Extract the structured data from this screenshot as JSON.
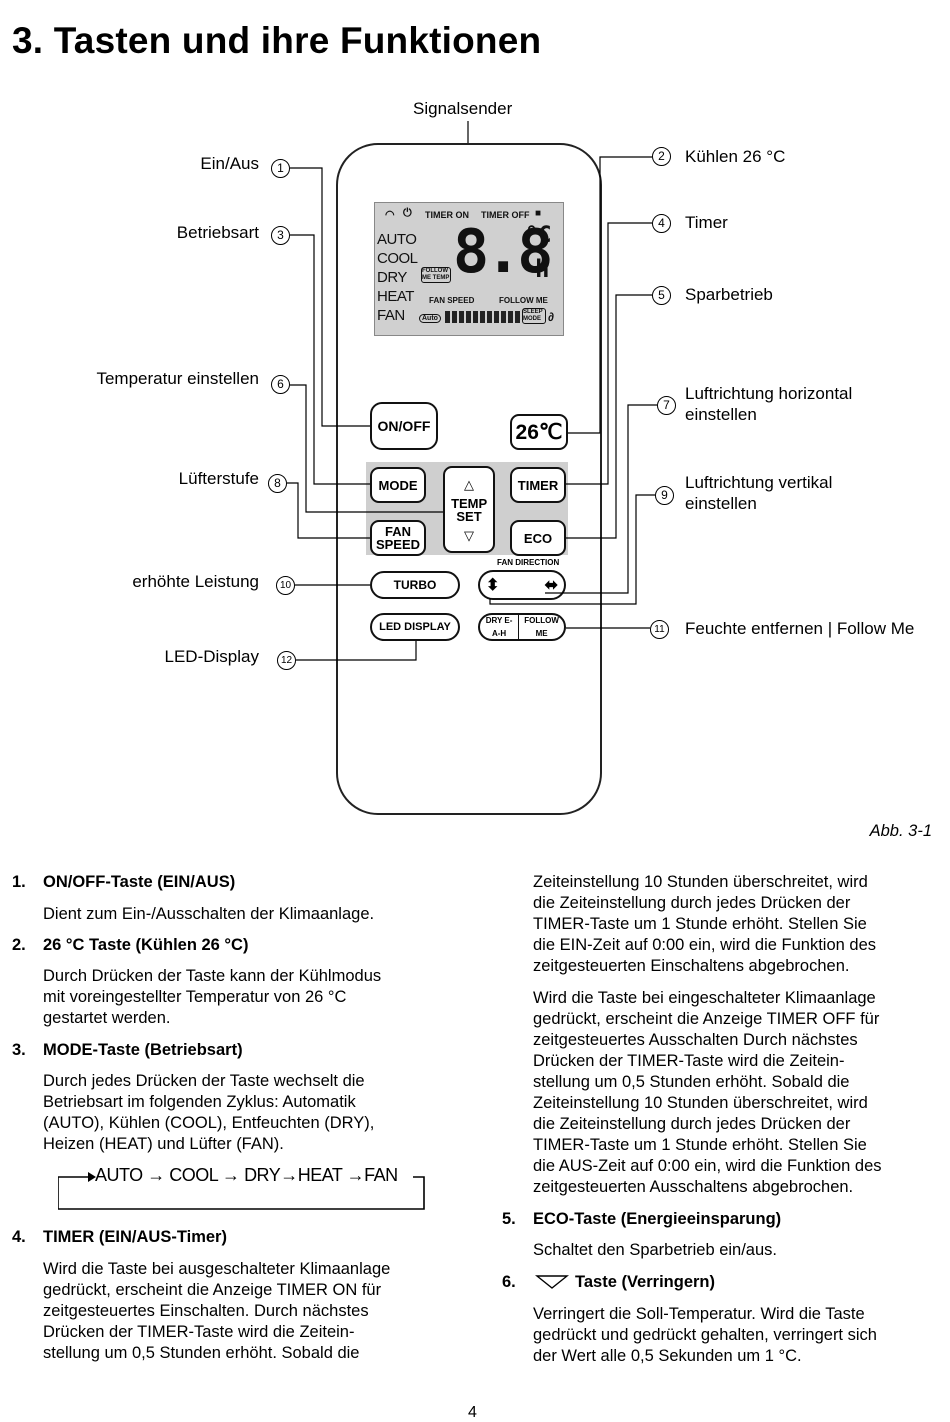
{
  "title": "3. Tasten und ihre Funktionen",
  "diagram": {
    "signal_label": "Signalsender",
    "left_labels": [
      {
        "text": "Ein/Aus",
        "num": "1"
      },
      {
        "text": "Betriebsart",
        "num": "3"
      },
      {
        "text": "Temperatur einstellen",
        "num": "6"
      },
      {
        "text": "Lüfterstufe",
        "num": "8"
      },
      {
        "text": "erhöhte Leistung",
        "num": "10"
      },
      {
        "text": "LED-Display",
        "num": "12"
      }
    ],
    "right_labels": [
      {
        "text": "Kühlen 26 °C",
        "num": "2"
      },
      {
        "text": "Timer",
        "num": "4"
      },
      {
        "text": "Sparbetrieb",
        "num": "5"
      },
      {
        "text": "Luftrichtung horizontal",
        "text2": "einstellen",
        "num": "7"
      },
      {
        "text": "Luftrichtung vertikal",
        "text2": "einstellen",
        "num": "9"
      },
      {
        "text": "Feuchte entfernen | Follow Me",
        "num": "11"
      }
    ],
    "lcd": {
      "timer_on": "TIMER ON",
      "timer_off": "TIMER OFF",
      "modes": [
        "AUTO",
        "COOL",
        "DRY",
        "HEAT",
        "FAN"
      ],
      "digits": "8.8",
      "unit_c": "°C",
      "unit_h": "h",
      "follow_me_temp": "FOLLOW ME TEMP",
      "fan_speed": "FAN SPEED",
      "follow_me": "FOLLOW ME",
      "sleep_mode": "SLEEP MODE",
      "auto_label": "Auto"
    },
    "buttons": {
      "on_off": "ON/OFF",
      "cool26": "26℃",
      "mode": "MODE",
      "temp_set": "TEMP SET",
      "timer": "TIMER",
      "fan_speed": "FAN SPEED",
      "eco": "ECO",
      "turbo": "TURBO",
      "fan_direction": "FAN DIRECTION",
      "led_display": "LED DISPLAY",
      "dry": "DRY E-A-H",
      "follow_me": "FOLLOW ME"
    },
    "figure_caption": "Abb. 3-1"
  },
  "left_column": [
    {
      "num": "1.",
      "heading": "ON/OFF-Taste (EIN/AUS)",
      "text": [
        "Dient zum Ein-/Ausschalten der Klimaanlage."
      ]
    },
    {
      "num": "2.",
      "heading": "26 °C Taste (Kühlen 26 °C)",
      "text": [
        "Durch Drücken der Taste kann der Kühlmodus",
        "mit voreingestellter Temperatur von 26 °C",
        "gestartet werden."
      ]
    },
    {
      "num": "3.",
      "heading": "MODE-Taste (Betriebsart)",
      "text": [
        "Durch jedes Drücken der Taste wechselt die",
        "Betriebsart im folgenden Zyklus: Automatik",
        "(AUTO), Kühlen (COOL), Entfeuchten (DRY),",
        "Heizen (HEAT) und Lüfter (FAN)."
      ]
    },
    {
      "num": "4.",
      "heading": "TIMER (EIN/AUS-Timer)",
      "text": [
        "Wird die Taste bei ausgeschalteter Klimaanlage",
        "gedrückt, erscheint die Anzeige TIMER ON für",
        "zeitgesteuertes Einschalten. Durch nächstes",
        "Drücken der TIMER-Taste wird die Zeitein-",
        "stellung um 0,5 Stunden erhöht. Sobald die"
      ]
    }
  ],
  "mode_cycle": [
    "AUTO",
    "COOL",
    "DRY",
    "HEAT",
    "FAN"
  ],
  "right_column": {
    "p1": [
      "Zeiteinstellung 10 Stunden überschreitet, wird",
      "die Zeiteinstellung durch jedes Drücken der",
      "TIMER-Taste um 1 Stunde erhöht. Stellen Sie",
      "die EIN-Zeit auf 0:00 ein, wird die Funktion des",
      "zeitgesteuerten Einschaltens abgebrochen."
    ],
    "p2": [
      "Wird die Taste bei eingeschalteter Klimaanlage",
      "gedrückt, erscheint die Anzeige TIMER OFF für",
      "zeitgesteuertes Ausschalten Durch nächstes",
      "Drücken der TIMER-Taste wird die Zeitein-",
      "stellung um 0,5 Stunden erhöht. Sobald die",
      "Zeiteinstellung 10 Stunden überschreitet, wird",
      "die Zeiteinstellung durch jedes Drücken der",
      "TIMER-Taste um 1 Stunde erhöht. Stellen Sie",
      "die AUS-Zeit auf 0:00 ein, wird die Funktion des",
      "zeitgesteuerten Ausschaltens abgebrochen."
    ],
    "item5": {
      "num": "5.",
      "heading": "ECO-Taste (Energieeinsparung)",
      "text": [
        "Schaltet den Sparbetrieb ein/aus."
      ]
    },
    "item6": {
      "num": "6.",
      "heading": "Taste (Verringern)",
      "text": [
        "Verringert die Soll-Temperatur. Wird die Taste",
        "gedrückt und gedrückt gehalten, verringert sich",
        "der Wert alle 0,5 Sekunden um 1 °C."
      ]
    }
  },
  "page_number": "4"
}
